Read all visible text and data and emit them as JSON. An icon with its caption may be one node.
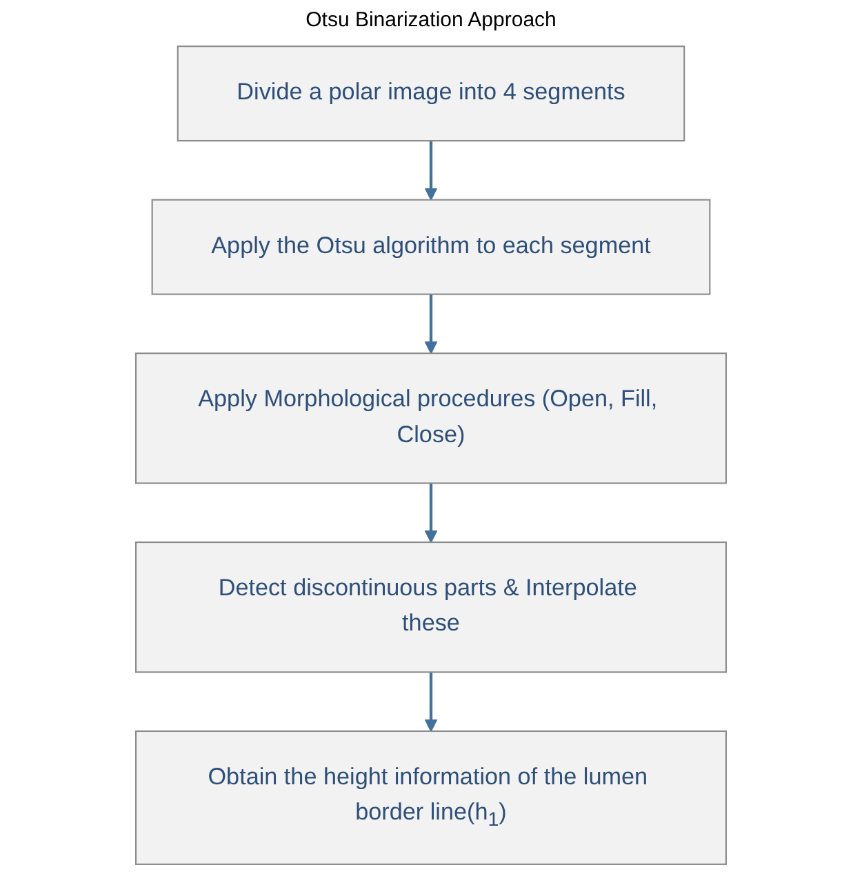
{
  "diagram": {
    "title": "Otsu Binarization Approach",
    "nodes": [
      {
        "text": [
          "Divide a polar image into 4 segments"
        ]
      },
      {
        "text": [
          "Apply the Otsu algorithm to each segment"
        ]
      },
      {
        "text": [
          "Apply Morphological procedures (Open, Fill, Close)"
        ]
      },
      {
        "text": [
          "Detect discontinuous parts & Interpolate these"
        ]
      },
      {
        "text": [
          "Obtain the height information of the lumen border line(h$_{1}$)"
        ]
      }
    ],
    "edges": [
      {
        "from": 0,
        "to": 1,
        "arrow": "to"
      },
      {
        "from": 1,
        "to": 2,
        "arrow": "to"
      },
      {
        "from": 2,
        "to": 3,
        "arrow": "to"
      },
      {
        "from": 3,
        "to": 4,
        "arrow": "to"
      }
    ]
  }
}
